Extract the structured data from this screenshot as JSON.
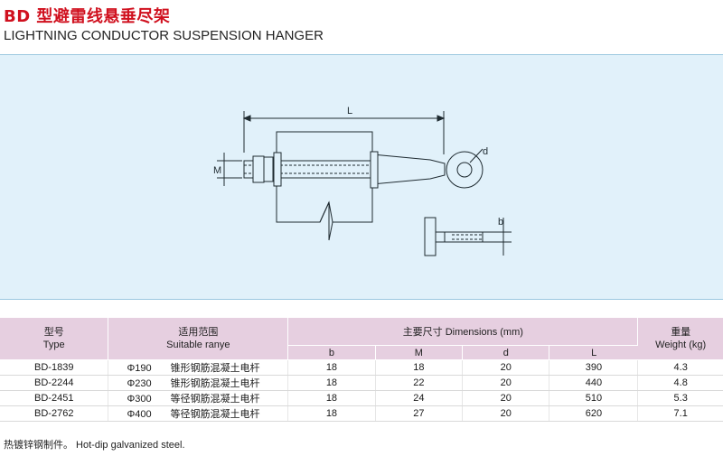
{
  "title_cn": "BD 型避雷线悬垂尽架",
  "title_en": "LIGHTNING CONDUCTOR SUSPENSION HANGER",
  "diagram_labels": {
    "L": "L",
    "M": "M",
    "d": "d",
    "b": "b"
  },
  "table": {
    "col_type_cn": "型号",
    "col_type_en": "Type",
    "col_range_cn": "适用范围",
    "col_range_en": "Suitable ranye",
    "col_dims": "主要尺寸 Dimensions (mm)",
    "col_weight_cn": "重量",
    "col_weight_en": "Weight (kg)",
    "dim_headers": [
      "b",
      "M",
      "d",
      "L"
    ],
    "rows": [
      {
        "type": "BD-1839",
        "dia": "Φ190",
        "desc": "锥形钢筋混凝土电杆",
        "b": "18",
        "M": "18",
        "d": "20",
        "L": "390",
        "weight": "4.3"
      },
      {
        "type": "BD-2244",
        "dia": "Φ230",
        "desc": "锥形钢筋混凝土电杆",
        "b": "18",
        "M": "22",
        "d": "20",
        "L": "440",
        "weight": "4.8"
      },
      {
        "type": "BD-2451",
        "dia": "Φ300",
        "desc": "等径钢筋混凝土电杆",
        "b": "18",
        "M": "24",
        "d": "20",
        "L": "510",
        "weight": "5.3"
      },
      {
        "type": "BD-2762",
        "dia": "Φ400",
        "desc": "等径钢筋混凝土电杆",
        "b": "18",
        "M": "27",
        "d": "20",
        "L": "620",
        "weight": "7.1"
      }
    ]
  },
  "footnote": "热镀锌钢制件。 Hot-dip galvanized steel."
}
